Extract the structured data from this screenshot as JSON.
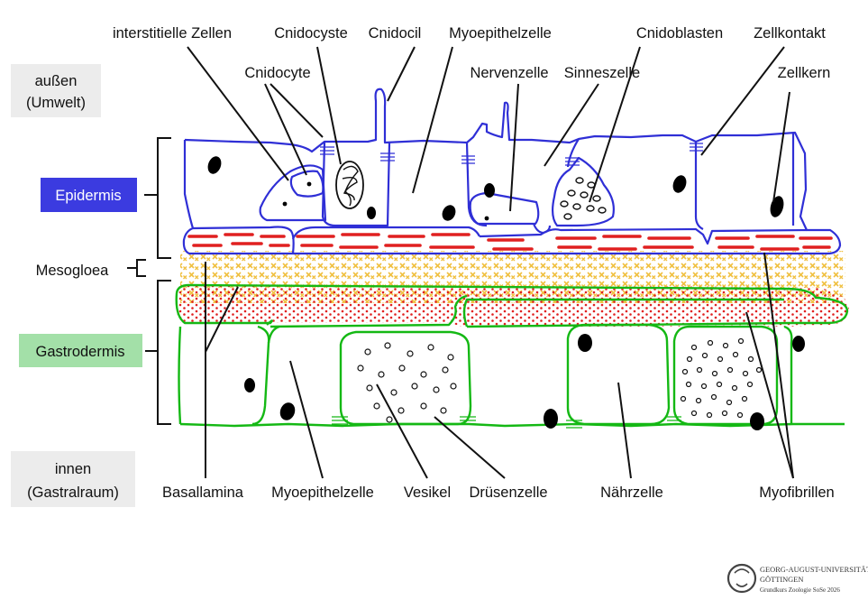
{
  "labels": {
    "interstitielle_zellen": "interstitielle Zellen",
    "cnidocyste": "Cnidocyste",
    "cnidocil": "Cnidocil",
    "myoepithelzelle_top": "Myoepithelzelle",
    "cnidoblasten": "Cnidoblasten",
    "zellkontakt": "Zellkontakt",
    "cnidocyte": "Cnidocyte",
    "nervenzelle": "Nervenzelle",
    "sinneszelle": "Sinneszelle",
    "zellkern": "Zellkern",
    "basallamina": "Basallamina",
    "myoepithelzelle_bottom": "Myoepithelzelle",
    "vesikel": "Vesikel",
    "druesenzelle": "Drüsenzelle",
    "naehrzelle": "Nährzelle",
    "myofibrillen": "Myofibrillen"
  },
  "side": {
    "aussen_line1": "außen",
    "aussen_line2": "(Umwelt)",
    "innen_line1": "innen",
    "innen_line2": "(Gastralraum)",
    "epidermis": "Epidermis",
    "mesogloea": "Mesogloea",
    "gastrodermis": "Gastrodermis"
  },
  "colors": {
    "epidermis_box": "#3b3be0",
    "gastrodermis_box": "#a3e0a8",
    "epidermis_line": "#2f2fd6",
    "gastrodermis_line": "#14b814",
    "myofibril": "#e02020",
    "mesogloea": "#f0c040",
    "side_panel": "#ececec"
  },
  "logo": {
    "line1": "GEORG-AUGUST-UNIVERSITÄT",
    "line2": "GÖTTINGEN",
    "line3": "Grundkurs Zoologie SoSe 2026"
  }
}
